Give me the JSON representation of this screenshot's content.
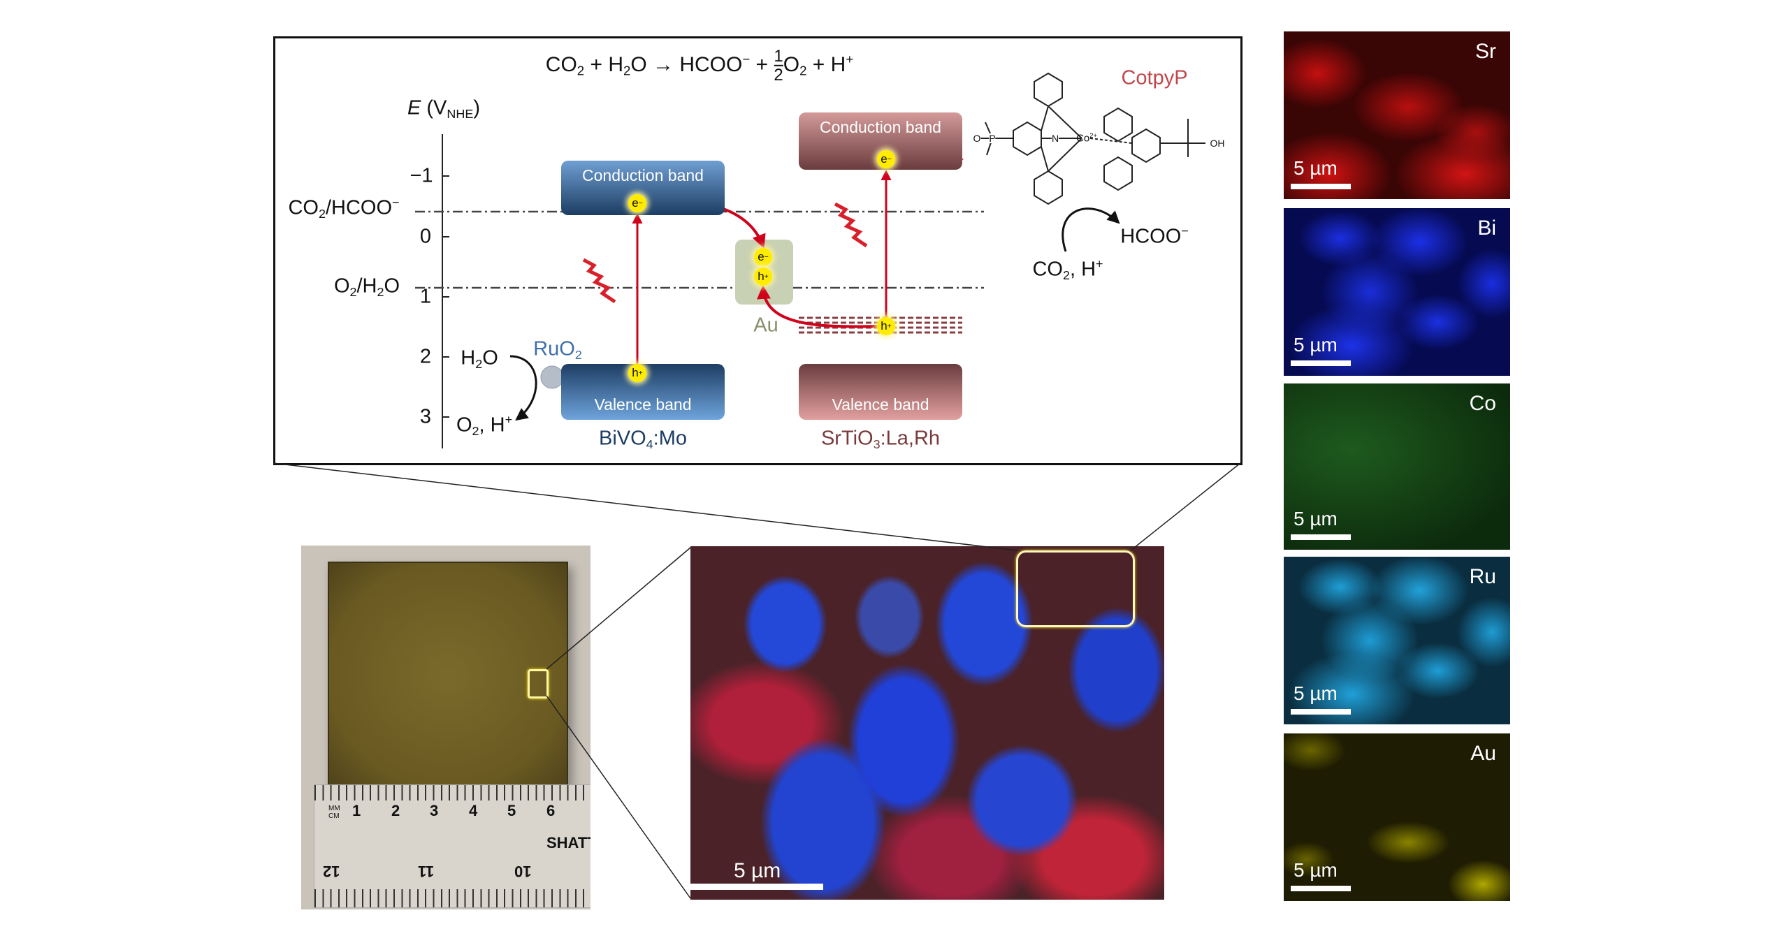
{
  "equation": {
    "p1": "CO",
    "s1": "2",
    "p2": " + H",
    "s2": "2",
    "p3": "O → HCOO",
    "sup1": "−",
    "p4": "  + ",
    "frac_num": "1",
    "frac_den": "2",
    "p5": "O",
    "s3": "2",
    "p6": " + H",
    "sup2": "+"
  },
  "axis": {
    "label_e": "E",
    "label_v": " (V",
    "label_sub": "NHE",
    "label_close": ")",
    "ticks": [
      "−1",
      "0",
      "1",
      "2",
      "3"
    ]
  },
  "redox": {
    "co2": {
      "a": "CO",
      "b": "2",
      "c": "/HCOO",
      "d": "−"
    },
    "o2": {
      "a": "O",
      "b": "2",
      "c": "/H",
      "d": "2",
      "e": "O"
    }
  },
  "bivo4": {
    "cb": "Conduction band",
    "vb": "Valence band",
    "name_a": "BiVO",
    "name_sub": "4",
    "name_b": ":Mo"
  },
  "srtio3": {
    "cb": "Conduction band",
    "vb": "Valence band",
    "name_a": "SrTiO",
    "name_sub": "3",
    "name_b": ":La,Rh"
  },
  "au_label": "Au",
  "ruo2": {
    "a": "RuO",
    "b": "2"
  },
  "h2o": {
    "a": "H",
    "b": "2",
    "c": "O"
  },
  "o2h": {
    "a": "O",
    "b": "2",
    "c": ", H",
    "d": "+"
  },
  "carriers": {
    "electron": "e",
    "electron_sup": "−",
    "hole": "h",
    "hole_sup": "+"
  },
  "catalyst": {
    "name": "CotpyP",
    "product": "HCOO",
    "product_sup": "−",
    "reactant_a": "CO",
    "reactant_b": "2",
    "reactant_c": ", H",
    "reactant_d": "+",
    "metal": "Co",
    "metal_sup": "2+",
    "atom_n": "N",
    "atom_o": "O",
    "atom_p": "P",
    "atom_oh": "OH"
  },
  "sem": {
    "scale": "5 µm"
  },
  "maps": [
    {
      "element": "Sr",
      "scale": "5 µm",
      "color": "#e01010"
    },
    {
      "element": "Bi",
      "scale": "5 µm",
      "color": "#1a2ee8"
    },
    {
      "element": "Co",
      "scale": "5 µm",
      "color": "#1e8a1e"
    },
    {
      "element": "Ru",
      "scale": "5 µm",
      "color": "#1fa0d8"
    },
    {
      "element": "Au",
      "scale": "5 µm",
      "color": "#c8c000"
    }
  ],
  "photo": {
    "ruler_units_a": "MM",
    "ruler_units_b": "CM",
    "ruler_top": [
      "1",
      "2",
      "3",
      "4",
      "5",
      "6"
    ],
    "ruler_brand": "SHATT",
    "ruler_bottom": [
      "12",
      "11",
      "10"
    ]
  }
}
